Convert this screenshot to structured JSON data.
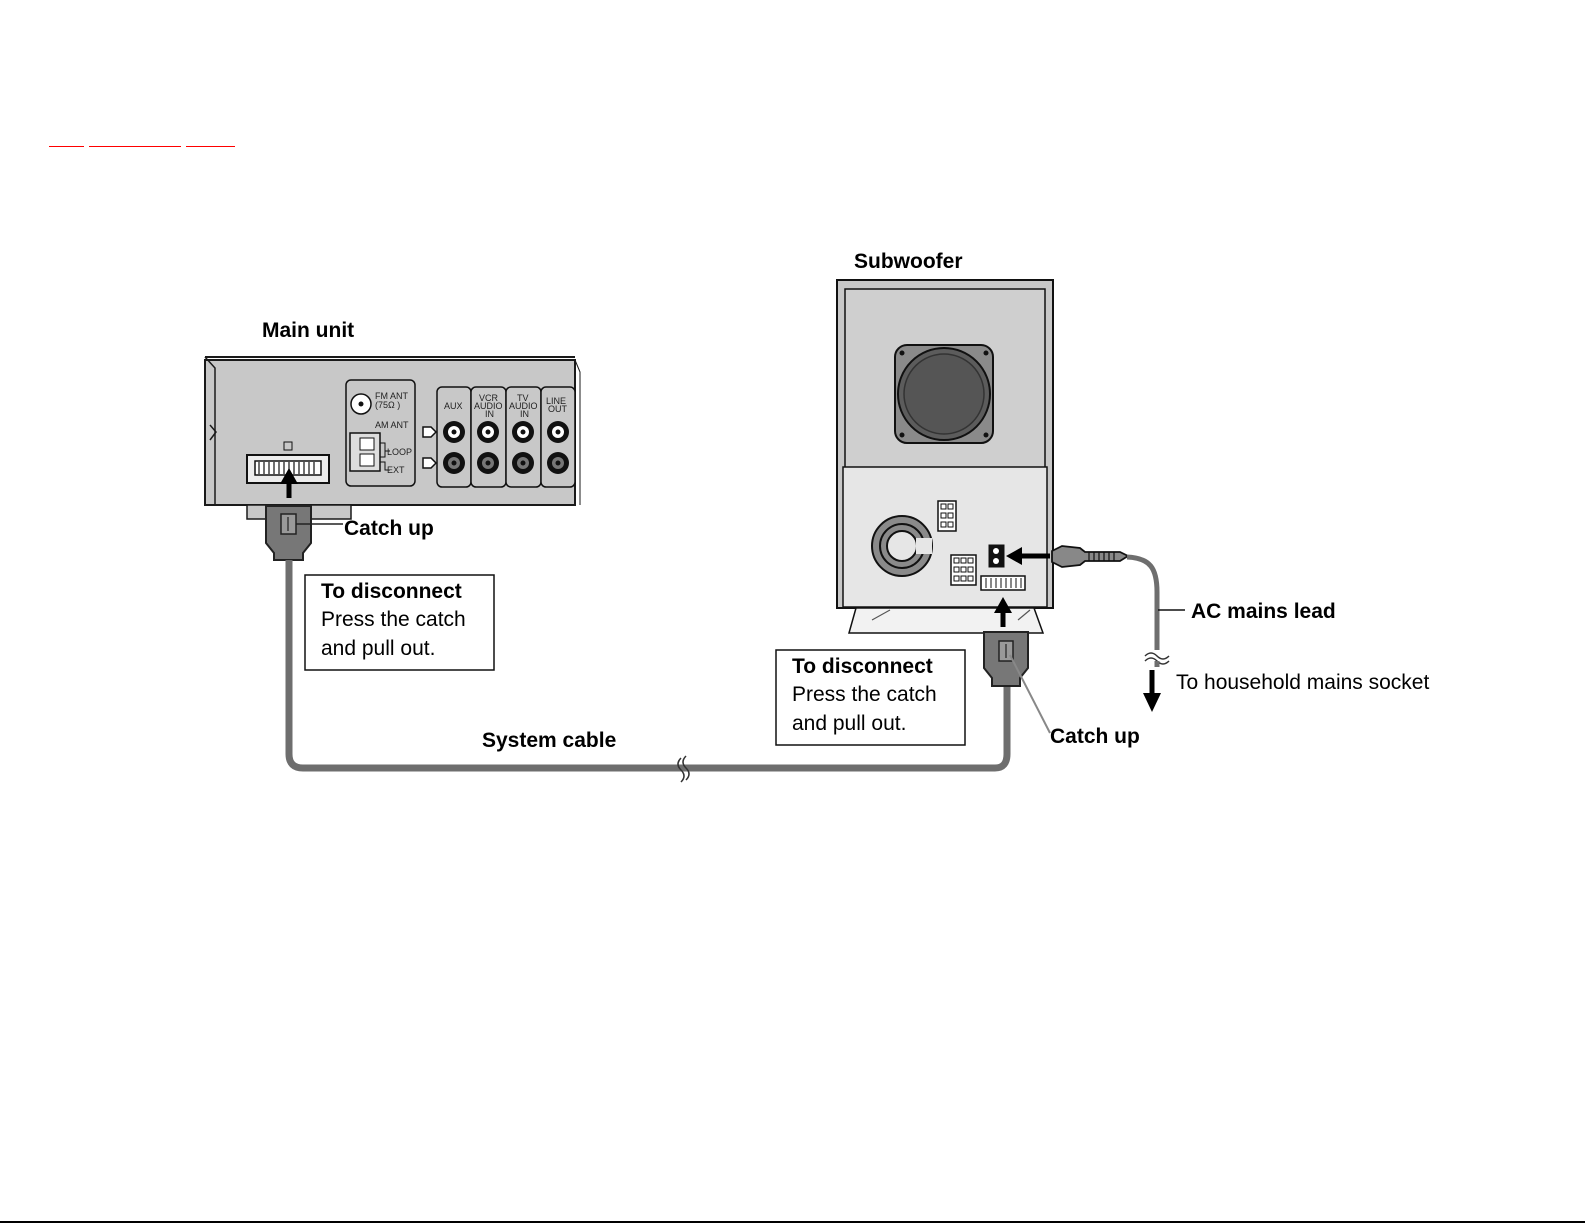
{
  "labels": {
    "main_unit": "Main unit",
    "subwoofer": "Subwoofer",
    "catch_up": "Catch up",
    "system_cable": "System cable",
    "ac_mains_lead": "AC mains lead",
    "household_socket": "To household mains socket"
  },
  "disconnect_box": {
    "heading": "To disconnect",
    "line1": "Press the catch",
    "line2": "and pull out."
  },
  "panel": {
    "fm_ant": "FM ANT",
    "fm_ohm": "(75Ω )",
    "am_ant": "AM ANT",
    "loop": "LOOP",
    "ext": "EXT",
    "aux": "AUX",
    "vcr_audio_in": [
      "VCR",
      "AUDIO",
      "IN"
    ],
    "tv_audio_in": [
      "TV",
      "AUDIO",
      "IN"
    ],
    "line_out": [
      "LINE",
      "OUT"
    ]
  },
  "colors": {
    "device_fill": "#c8c8c8",
    "cable": "#6e6e6e",
    "nav_link": "#ff0000"
  }
}
